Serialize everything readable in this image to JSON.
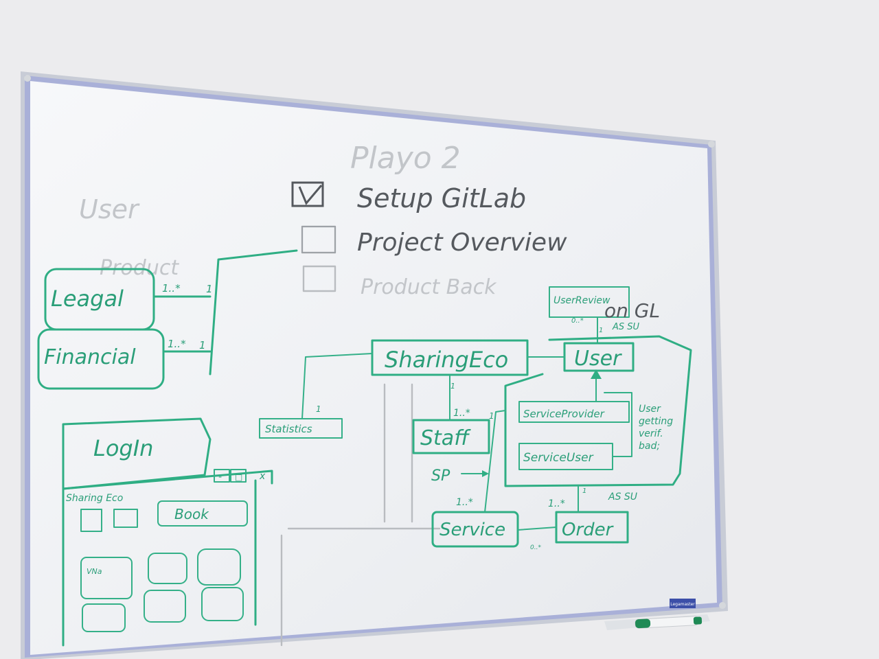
{
  "board": {
    "ghost": {
      "sprint_title": "Playo 2",
      "user_heading": "User",
      "product_heading": "Product",
      "product_backlog": "Product Back"
    },
    "todo": [
      {
        "label": "Setup GitLab",
        "checked": true
      },
      {
        "label": "Project Overview",
        "checked": false
      }
    ],
    "diagram": {
      "legal": "Leagal",
      "financial": "Financial",
      "mult_legal": "1..*",
      "mult_legal_right": "1",
      "mult_fin": "1..*",
      "mult_fin_right": "1",
      "sharing_eco": "SharingEco",
      "statistics": "Statistics",
      "mult_stat": "1",
      "staff": "Staff",
      "mult_staff_top": "1",
      "mult_staff": "1..*",
      "user": "User",
      "user_review": "UserReview",
      "mult_review": "0..*",
      "mult_review_bottom": "1",
      "as_su_top": "AS SU",
      "on_gl": "on GL",
      "service_provider": "ServiceProvider",
      "service_user": "ServiceUser",
      "user_note": [
        "User",
        "getting",
        "verif.",
        "bad;"
      ],
      "sp_arrow": "SP",
      "service": "Service",
      "mult_service": "1..*",
      "mult_service_top": "1",
      "order": "Order",
      "mult_order": "1..*",
      "mult_order_top": "1",
      "as_su_bottom": "AS SU",
      "mult_service_order": "0..*"
    },
    "mockup": {
      "login": "LogIn",
      "window_title": "Sharing Eco",
      "controls": [
        "-",
        "□",
        "x"
      ],
      "book": "Book",
      "card_text": [
        "VNa"
      ]
    }
  },
  "marker_brand": "Legamaster"
}
